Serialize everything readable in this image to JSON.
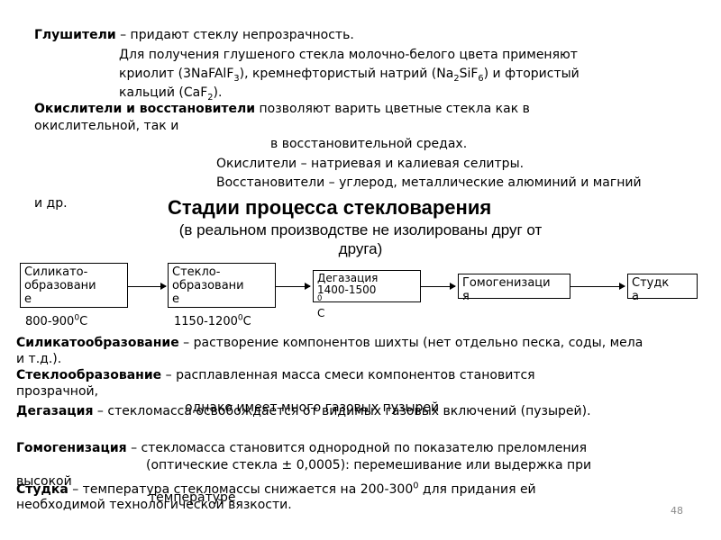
{
  "opacifiers": {
    "term": "Глушители",
    "rest": " – придают стеклу непрозрачность.",
    "l2": "Для получения глушеного стекла молочно-белого цвета      применяют",
    "l3_a": "криолит (3NaFAlF",
    "l3_s1": "3",
    "l3_b": "), кремнефтористый натрий (Na",
    "l3_s2": "2",
    "l3_c": "SiF",
    "l3_s3": "6",
    "l3_d": ") и фтористый",
    "l4_a": "кальций (CaF",
    "l4_s1": "2",
    "l4_b": ")."
  },
  "redox": {
    "term": "Окислители и восстановители",
    "rest": " позволяют варить цветные стекла как в",
    "l2": "окислительной, так и",
    "l3": "в восстановительной средах.",
    "l4": "Окислители – натриевая и калиевая селитры.",
    "l5": "Восстановители – углерод, металлические алюминий и магний",
    "l6": "и др."
  },
  "title": "Стадии процесса стекловарения",
  "subtitle_1": "(в реальном производстве не изолированы друг от",
  "subtitle_2": "друга)",
  "stages": [
    {
      "l1": "Силикато-",
      "l2": "образовани",
      "l3": "е"
    },
    {
      "l1": "Стекло-",
      "l2": "образовани",
      "l3": "е"
    },
    {
      "l1": "Дегазация",
      "l2": "1400-1500",
      "l2_sup": "0",
      "l3": "С"
    },
    {
      "l1": "Гомогенизаци",
      "l2": "я"
    },
    {
      "l1": "Студк",
      "l2": "а"
    }
  ],
  "temps": [
    {
      "a": "800-900",
      "sup": "0",
      "b": "С"
    },
    {
      "a": "1150-1200",
      "sup": "0",
      "b": "С"
    }
  ],
  "defs": {
    "silicate": {
      "term": "Силикатообразование",
      "rest": " – растворение компонентов шихты (нет отдельно песка, соды, мела",
      "l2": "и т.д.)."
    },
    "glass": {
      "term": "Стеклообразование",
      "rest": " – расплавленная масса смеси компонентов становится",
      "l2": "прозрачной,",
      "l3": "однако имеет много газовых пузырей"
    },
    "degas": {
      "term": "Дегазация",
      "rest": " – стекломасса освобождается от видимых газовых включений (пузырей)."
    },
    "homog": {
      "term": "Гомогенизация",
      "rest": " – стекломасса становится однородной по показателю преломления",
      "l2": "(оптические стекла ± 0,0005): перемешивание или выдержка при",
      "l3": "высокой"
    },
    "cool": {
      "term": "Студка",
      "rest_a": " – температура стекломассы снижается на 200-300",
      "rest_sup": "0",
      "rest_b": " для придания ей",
      "l2": "необходимой технологической вязкости.",
      "l3": "температуре"
    }
  },
  "page_number": "48"
}
